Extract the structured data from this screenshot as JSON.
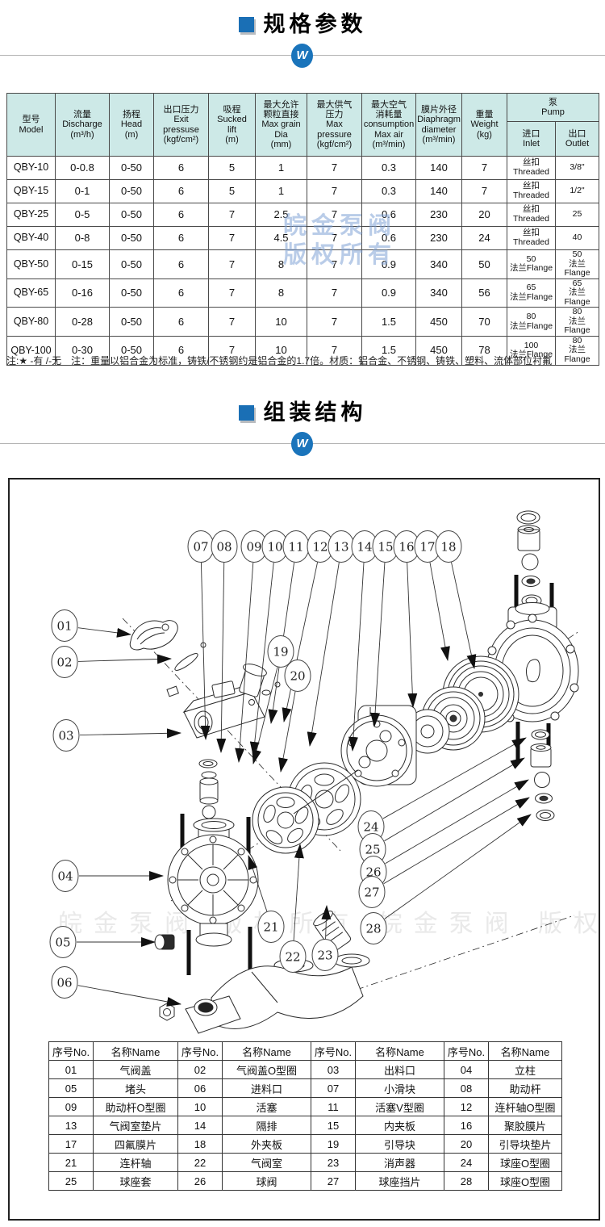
{
  "page": {
    "section1_title": "规格参数",
    "section2_title": "组装结构",
    "w_badge": "W",
    "note": "注:★ -有 /-无　注：重量以铝合金为标准，铸铁/不锈钢约是铝合金的1.7倍。材质：铝合金、不锈钢、铸铁、塑料、流体部位衬氟",
    "watermark_line1": "皖金泵阀",
    "watermark_line2": "版权所有"
  },
  "colors": {
    "accent_blue": "#1a6fb5",
    "header_bg": "#cde9e7",
    "watermark_blue": "#80a2d6"
  },
  "spec_table": {
    "headers": [
      "型号\nModel",
      "流量\nDischarge\n(m³/h)",
      "扬程\nHead\n(m)",
      "出口压力\nExit\npressuse\n(kgf/cm²)",
      "吸程\nSucked\nlift\n(m)",
      "最大允许\n颗粒直接\nMax grain\nDia\n(mm)",
      "最大供气\n压力\nMax\npressure\n(kgf/cm²)",
      "最大空气\n消耗量\nconsumption\nMax air\n(m³/min)",
      "膜片外径\nDiaphragm\ndiameter\n(m³/min)",
      "重量\nWeight\n(kg)"
    ],
    "pump_header": "泵\nPump",
    "inlet_header": "进口\nInlet",
    "outlet_header": "出口\nOutlet",
    "rows": [
      [
        "QBY-10",
        "0-0.8",
        "0-50",
        "6",
        "5",
        "1",
        "7",
        "0.3",
        "140",
        "7",
        "丝扣\nThreaded",
        "3/8\""
      ],
      [
        "QBY-15",
        "0-1",
        "0-50",
        "6",
        "5",
        "1",
        "7",
        "0.3",
        "140",
        "7",
        "丝扣\nThreaded",
        "1/2\""
      ],
      [
        "QBY-25",
        "0-5",
        "0-50",
        "6",
        "7",
        "2.5",
        "7",
        "0.6",
        "230",
        "20",
        "丝扣\nThreaded",
        "25"
      ],
      [
        "QBY-40",
        "0-8",
        "0-50",
        "6",
        "7",
        "4.5",
        "7",
        "0.6",
        "230",
        "24",
        "丝扣\nThreaded",
        "40"
      ],
      [
        "QBY-50",
        "0-15",
        "0-50",
        "6",
        "7",
        "8",
        "7",
        "0.9",
        "340",
        "50",
        "50\n法兰Flange",
        "50\n法兰Flange"
      ],
      [
        "QBY-65",
        "0-16",
        "0-50",
        "6",
        "7",
        "8",
        "7",
        "0.9",
        "340",
        "56",
        "65\n法兰Flange",
        "65\n法兰Flange"
      ],
      [
        "QBY-80",
        "0-28",
        "0-50",
        "6",
        "7",
        "10",
        "7",
        "1.5",
        "450",
        "70",
        "80\n法兰Flange",
        "80\n法兰Flange"
      ],
      [
        "QBY-100",
        "0-30",
        "0-50",
        "6",
        "7",
        "10",
        "7",
        "1.5",
        "450",
        "78",
        "100\n法兰Flange",
        "80\n法兰Flange"
      ]
    ]
  },
  "parts_table": {
    "no_header": "序号No.",
    "name_header": "名称Name",
    "rows": [
      [
        [
          "01",
          "气阀盖"
        ],
        [
          "02",
          "气阀盖O型圈"
        ],
        [
          "03",
          "出料口"
        ],
        [
          "04",
          "立柱"
        ]
      ],
      [
        [
          "05",
          "堵头"
        ],
        [
          "06",
          "进料口"
        ],
        [
          "07",
          "小滑块"
        ],
        [
          "08",
          "助动杆"
        ]
      ],
      [
        [
          "09",
          "助动杆O型圈"
        ],
        [
          "10",
          "活塞"
        ],
        [
          "11",
          "活塞V型圈"
        ],
        [
          "12",
          "连杆轴O型圈"
        ]
      ],
      [
        [
          "13",
          "气阀室垫片"
        ],
        [
          "14",
          "隔排"
        ],
        [
          "15",
          "内夹板"
        ],
        [
          "16",
          "聚胶膜片"
        ]
      ],
      [
        [
          "17",
          "四氟膜片"
        ],
        [
          "18",
          "外夹板"
        ],
        [
          "19",
          "引导块"
        ],
        [
          "20",
          "引导块垫片"
        ]
      ],
      [
        [
          "21",
          "连杆轴"
        ],
        [
          "22",
          "气阀室"
        ],
        [
          "23",
          "消声器"
        ],
        [
          "24",
          "球座O型圈"
        ]
      ],
      [
        [
          "25",
          "球座套"
        ],
        [
          "26",
          "球阀"
        ],
        [
          "27",
          "球座挡片"
        ],
        [
          "28",
          "球座O型圈"
        ]
      ]
    ]
  },
  "diagram": {
    "callouts": [
      "01",
      "02",
      "03",
      "04",
      "05",
      "06",
      "07",
      "08",
      "09",
      "10",
      "11",
      "12",
      "13",
      "14",
      "15",
      "16",
      "17",
      "18",
      "19",
      "20",
      "21",
      "22",
      "23",
      "24",
      "25",
      "26",
      "27",
      "28"
    ],
    "watermark": "皖金泵阀  版权所有"
  }
}
